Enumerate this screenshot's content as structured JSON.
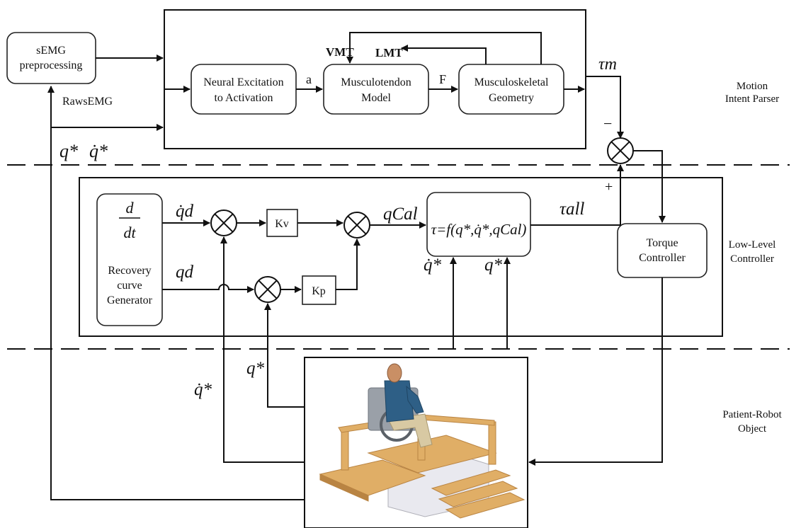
{
  "blocks": {
    "semg": [
      "sEMG",
      "preprocessing"
    ],
    "neural": [
      "Neural Excitation",
      "to Activation"
    ],
    "musculotendon": [
      "Musculotendon",
      "Model"
    ],
    "geometry": [
      "Musculoskeletal",
      "Geometry"
    ],
    "ddt": {
      "num": "d",
      "den": "dt"
    },
    "recovery": [
      "Recovery",
      "curve",
      "Generator"
    ],
    "kv": "Kv",
    "kp": "Kp",
    "torque_fn": "τ=f(q*,q̇*,qCal)",
    "torque_ctrl": [
      "Torque",
      "Controller"
    ]
  },
  "signals": {
    "raw_semg": "RawsEMG",
    "a": "a",
    "F": "F",
    "vmt": "VMT",
    "lmt": "LMT",
    "tau_m": "τm",
    "tau_all": "τall",
    "minus": "−",
    "plus": "+",
    "q_star": "q*",
    "qdot_star": "q̇*",
    "qdot_d": "q̇d",
    "q_d": "qd",
    "q_cal": "qCal"
  },
  "sections": {
    "motion": [
      "Motion",
      "Intent Parser"
    ],
    "low_level": [
      "Low-Level",
      "Controller"
    ],
    "patient": [
      "Patient-Robot",
      "Object"
    ]
  },
  "colors": {
    "wood": "#e0ae66",
    "wood_dark": "#b98443",
    "frame": "#9aa0a8",
    "shirt": "#2e5f86",
    "pants": "#d8c9a3",
    "skin": "#c98f65",
    "base": "#e9e9ef"
  }
}
